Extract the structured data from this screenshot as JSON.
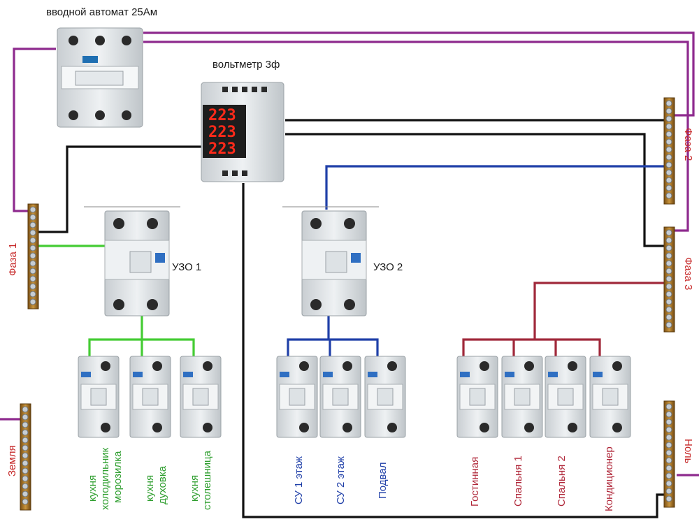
{
  "labels": {
    "main_breaker": "вводной автомат 25Ам",
    "voltmeter": "вольтметр 3ф",
    "rcd1": "УЗО 1",
    "rcd2": "УЗО 2",
    "phase1": "Фаза 1",
    "phase2": "Фаза 2",
    "phase3": "Фаза 3",
    "ground": "Земля",
    "neutral": "Ноль"
  },
  "voltmeter_readings": [
    "223",
    "223",
    "223"
  ],
  "rcd1_circuits": [
    {
      "line1": "кухня",
      "line2": "холодильник",
      "line3": "морозилка"
    },
    {
      "line1": "кухня",
      "line2": "духовка"
    },
    {
      "line1": "кухня",
      "line2": "столешница"
    }
  ],
  "rcd2_circuits": [
    "СУ 1 этаж",
    "СУ 2 этаж",
    "Подвал"
  ],
  "phase3_circuits": [
    "Гостинная",
    "Спальня 1",
    "Спальня 2",
    "Кондиционер"
  ],
  "colors": {
    "phase1_wire": "#8e2a8e",
    "neutral_wire": "#111111",
    "rcd1_wire": "#44cc33",
    "rcd2_wire": "#1f3fa8",
    "phase3_wire": "#a0283a",
    "label_red": "#c62828",
    "label_green": "#2e9e2e",
    "label_blue": "#1f3fa8",
    "busbar_brass": "#b07a2a",
    "breaker_body": "#dfe3e6"
  }
}
